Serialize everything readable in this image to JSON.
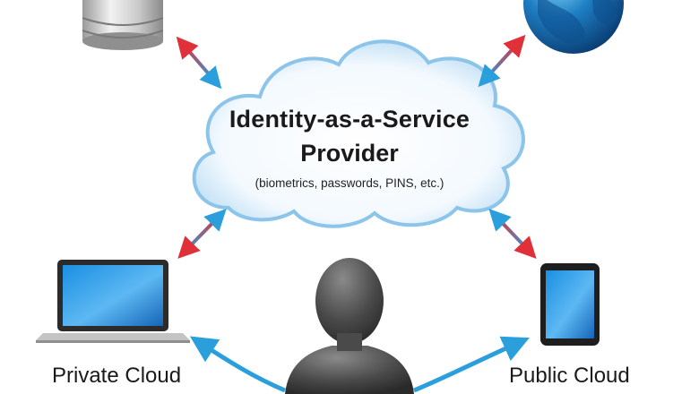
{
  "cloud": {
    "title_line1": "Identity-as-a-Service",
    "title_line2": "Provider",
    "subtitle": "(biometrics, passwords, PINS, etc.)"
  },
  "labels": {
    "private": "Private Cloud",
    "public": "Public Cloud"
  },
  "icons": {
    "top_left": "database-server-icon",
    "top_right": "globe-icon",
    "bottom_left": "laptop-icon",
    "bottom_right": "tablet-icon",
    "center": "user-silhouette-icon"
  },
  "colors": {
    "arrow_red": "#e0303a",
    "arrow_blue": "#2a9fdc",
    "cloud_edge": "#8cc4ea",
    "text": "#1a1a1a"
  }
}
